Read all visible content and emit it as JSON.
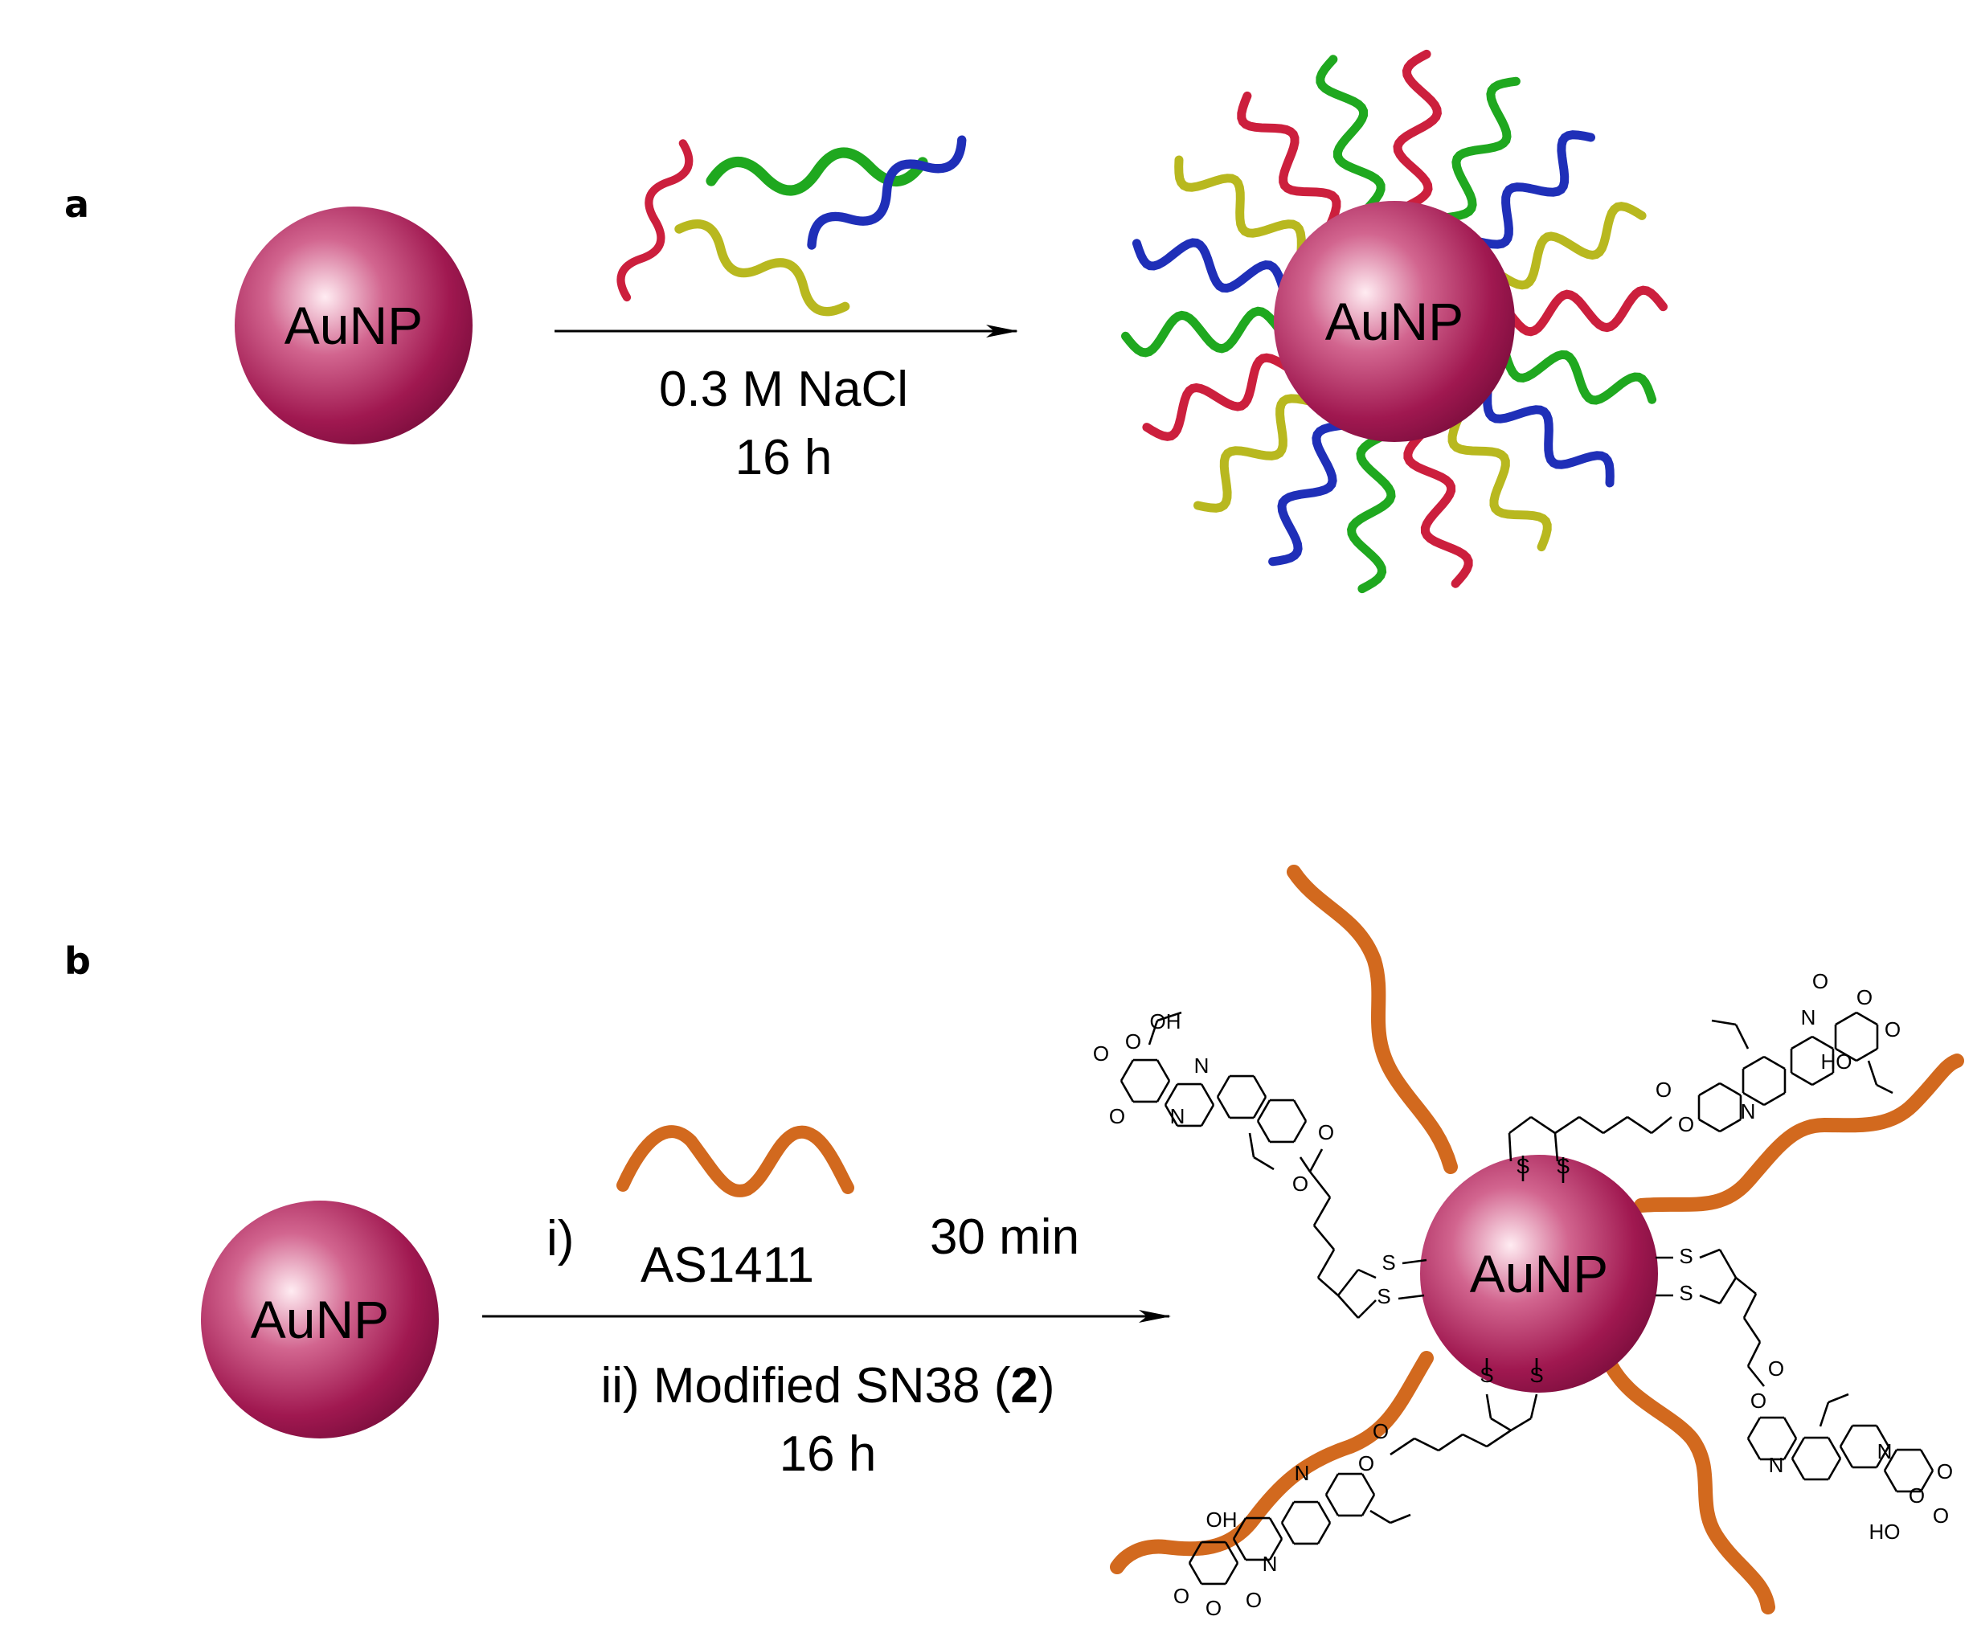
{
  "panels": {
    "a": {
      "label": "a",
      "reactant_label": "AuNP",
      "product_label": "AuNP",
      "condition_line1": "0.3 M NaCl",
      "condition_line2": "16 h",
      "strand_colors": [
        "#cc1f3d",
        "#1fa81f",
        "#1f2fb8",
        "#b8b81f"
      ]
    },
    "b": {
      "label": "b",
      "reactant_label": "AuNP",
      "product_label": "AuNP",
      "step1_prefix": "i)",
      "step1_reagent": "AS1411",
      "step1_time": "30 min",
      "step2_prefix": "ii) Modified SN38 (",
      "step2_compound": "2",
      "step2_suffix": ")",
      "step2_time": "16 h",
      "aptamer_color": "#d2691e",
      "atom_labels": {
        "sulfur": "S",
        "nitrogen": "N",
        "oxygen": "O",
        "hydroxyl": "OH",
        "hydroxyl_alt": "HO"
      }
    }
  },
  "colors": {
    "gold_np": "#a01850",
    "gold_np_highlight": "#ffe8ee",
    "arrow": "#000000"
  }
}
